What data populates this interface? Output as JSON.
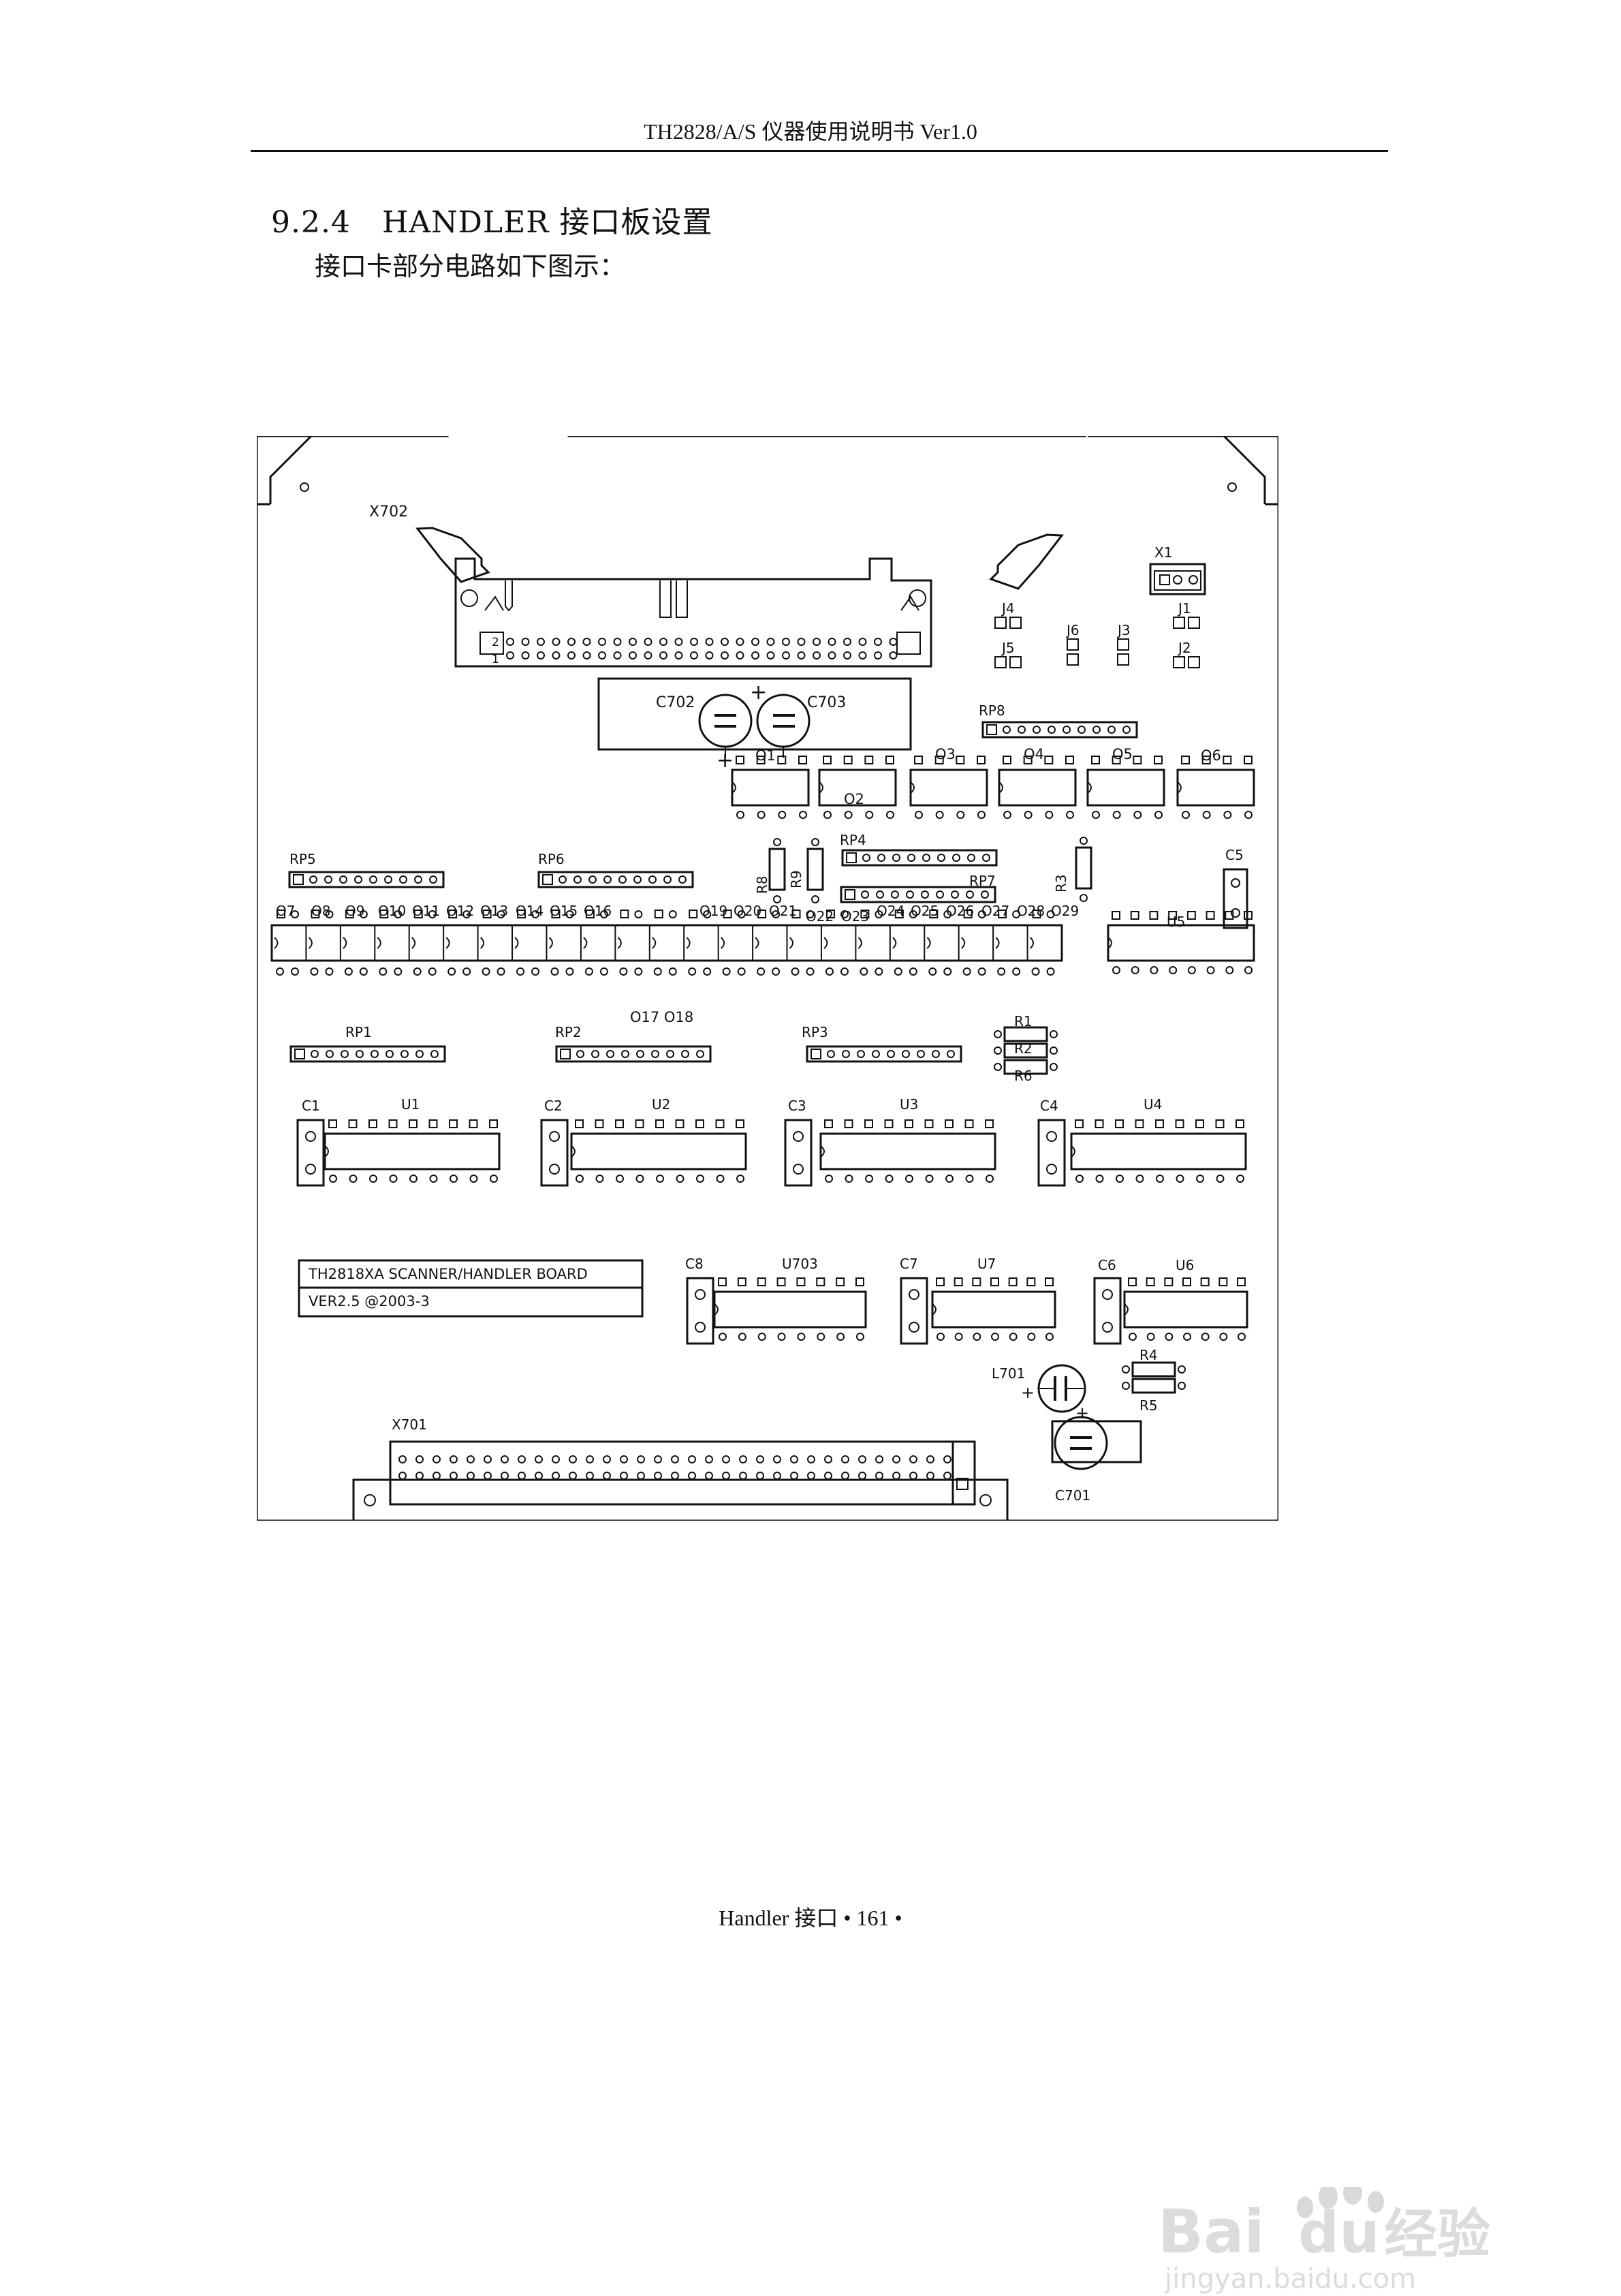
{
  "header": {
    "title": "TH2828/A/S 仪器使用说明书 Ver1.0"
  },
  "section": {
    "number": "9.2.4",
    "title": "HANDLER 接口板设置",
    "intro": "接口卡部分电路如下图示："
  },
  "pcb": {
    "board_label_line1": "TH2818XA SCANNER/HANDLER BOARD",
    "board_label_line2": "VER2.5 @2003-3",
    "connectors": {
      "top": "X702",
      "bottom": "X701",
      "top_pin1": "1",
      "top_pin2": "2"
    },
    "caps": {
      "c702": "C702",
      "c703": "C703",
      "c701": "C701",
      "l701": "L701",
      "c5": "C5"
    },
    "jumpers": {
      "x1": "X1",
      "j1": "J1",
      "j2": "J2",
      "j3": "J3",
      "j4": "J4",
      "j5": "J5",
      "j6": "J6"
    },
    "rp8": "RP8",
    "opto_top": [
      "O1",
      "O2",
      "O3",
      "O4",
      "O5",
      "O6"
    ],
    "rp_row_mid": {
      "rp5": "RP5",
      "rp6": "RP6",
      "rp4": "RP4",
      "rp7": "RP7"
    },
    "resistors_mid": {
      "r8": "R8",
      "r9": "R9",
      "r3": "R3"
    },
    "opto_row": [
      "O7",
      "O8",
      "O9",
      "O10",
      "O11",
      "O12",
      "O13",
      "O14",
      "O15",
      "O16",
      "O19",
      "O20",
      "O21",
      "O22",
      "O23",
      "O24",
      "O25",
      "O26",
      "O27",
      "O28",
      "O29"
    ],
    "opto_row_extra": "O17 O18",
    "u5": "U5",
    "rp_row_low": {
      "rp1": "RP1",
      "rp2": "RP2",
      "rp3": "RP3"
    },
    "r_stack": {
      "r1": "R1",
      "r2": "R2",
      "r6": "R6"
    },
    "ic_row": [
      {
        "cap": "C1",
        "ic": "U1"
      },
      {
        "cap": "C2",
        "ic": "U2"
      },
      {
        "cap": "C3",
        "ic": "U3"
      },
      {
        "cap": "C4",
        "ic": "U4"
      }
    ],
    "ic_row2": [
      {
        "cap": "C8",
        "ic": "U703"
      },
      {
        "cap": "C7",
        "ic": "U7"
      },
      {
        "cap": "C6",
        "ic": "U6"
      }
    ],
    "r45": {
      "r4": "R4",
      "r5": "R5"
    },
    "plus": "+"
  },
  "footer": {
    "text": "Handler 接口  • 161 •"
  },
  "watermark": {
    "brand_a": "Bai",
    "brand_b": "du",
    "brand_cn": "经验",
    "url": "jingyan.baidu.com"
  }
}
